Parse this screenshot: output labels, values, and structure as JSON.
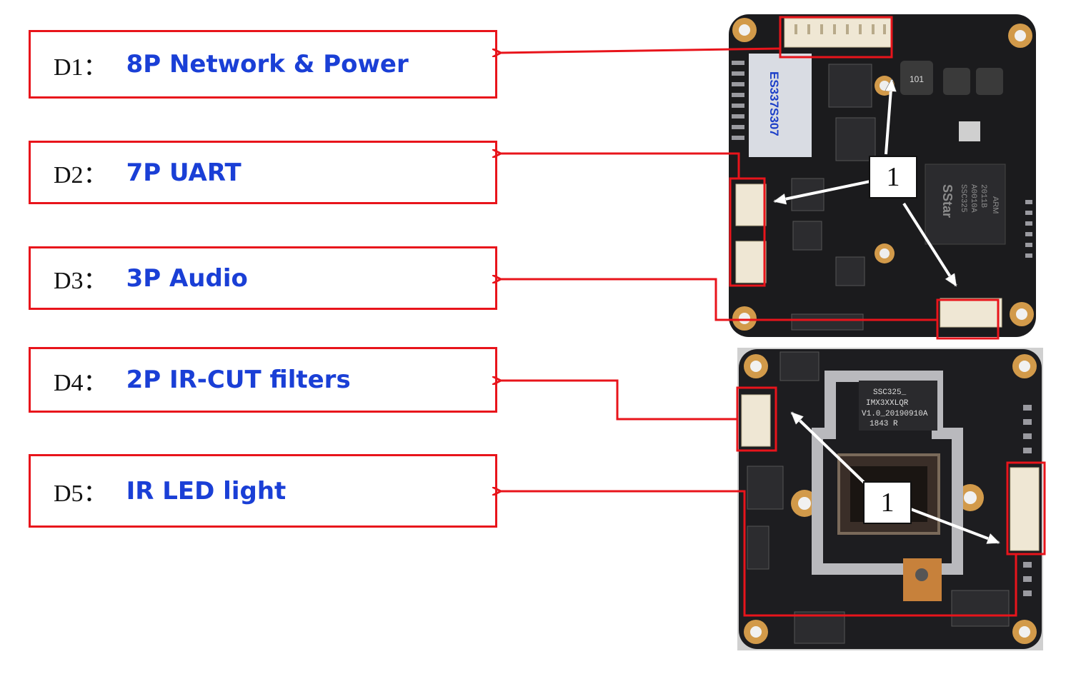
{
  "labels": [
    {
      "id": "D1：",
      "text": "8P Network & Power"
    },
    {
      "id": "D2：",
      "text": "7P UART"
    },
    {
      "id": "D3：",
      "text": "3P Audio"
    },
    {
      "id": "D4：",
      "text": "2P IR-CUT filters"
    },
    {
      "id": "D5：",
      "text": "IR LED light"
    }
  ],
  "callouts": {
    "top": "1",
    "bottom": "1"
  },
  "board_top": {
    "sticker_text": "ES337S307",
    "chip_brand": "SStar",
    "chip_model": "SSC325",
    "chip_lines": [
      "SSC325",
      "A0010A",
      "2011B"
    ],
    "arm_mark": "ARM",
    "inductor_text": "101"
  },
  "board_bottom": {
    "silk_lines": [
      "SSC325_",
      "IMX3XXLQR",
      "V1.0_20190910A"
    ],
    "revision": "1843 R"
  },
  "colors": {
    "highlight": "#e8141b",
    "label_text": "#1a3fd6",
    "pcb": "#1b1b1d",
    "pad": "#d29a4a"
  }
}
